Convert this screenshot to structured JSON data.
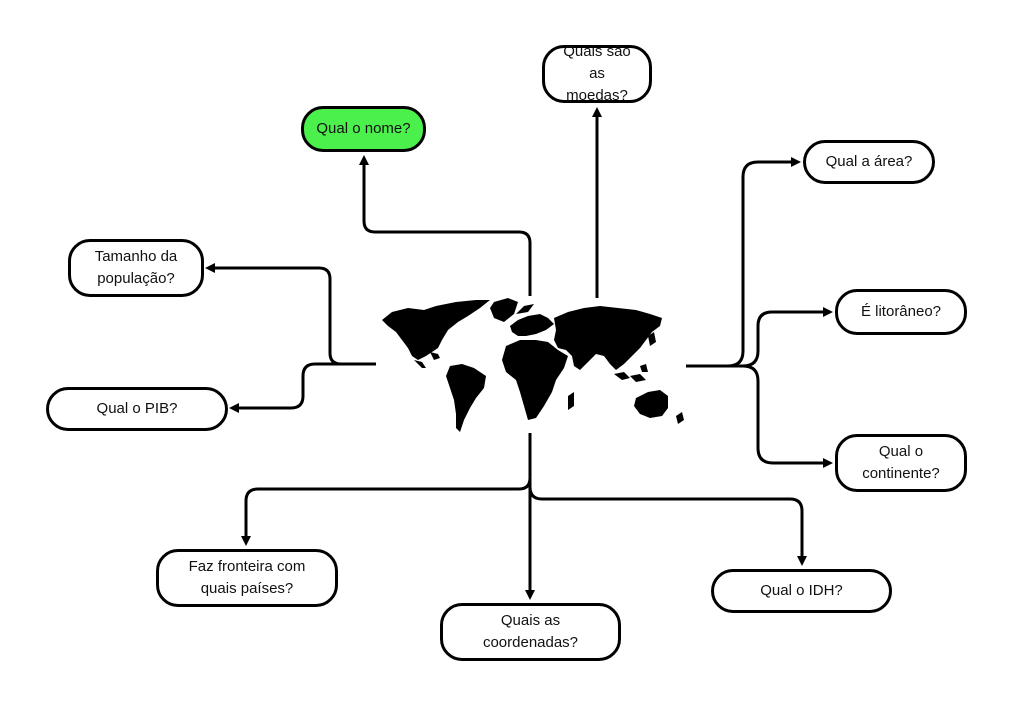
{
  "center": {
    "icon": "world-map-icon"
  },
  "nodes": {
    "nome": "Qual o nome?",
    "moedas": "Quais são as\nmoedas?",
    "area": "Qual a área?",
    "populacao": "Tamanho da\npopulação?",
    "litoraneo": "É litorâneo?",
    "pib": "Qual o PIB?",
    "continente": "Qual o\ncontinente?",
    "fronteira": "Faz fronteira com\nquais países?",
    "idh": "Qual o IDH?",
    "coordenadas": "Quais as\ncoordenadas?"
  },
  "colors": {
    "highlight": "#4cf04c",
    "stroke": "#000000"
  }
}
